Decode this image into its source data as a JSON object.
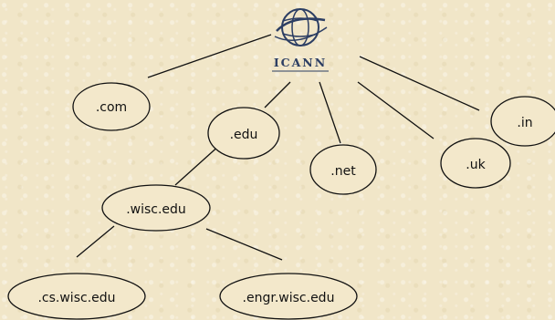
{
  "logo": {
    "text": "ICANN",
    "color": "#2c3e63"
  },
  "nodes": {
    "com": ".com",
    "edu": ".edu",
    "net": ".net",
    "uk": ".uk",
    "in": ".in",
    "wisc": ".wisc.edu",
    "cs": ".cs.wisc.edu",
    "engr": ".engr.wisc.edu"
  },
  "edges": [
    [
      "icann",
      "com"
    ],
    [
      "icann",
      "edu"
    ],
    [
      "icann",
      "net"
    ],
    [
      "icann",
      "uk"
    ],
    [
      "icann",
      "in"
    ],
    [
      "edu",
      "wisc"
    ],
    [
      "wisc",
      "cs"
    ],
    [
      "wisc",
      "engr"
    ]
  ],
  "colors": {
    "background": "#f1e6c8",
    "stroke": "#111111"
  }
}
